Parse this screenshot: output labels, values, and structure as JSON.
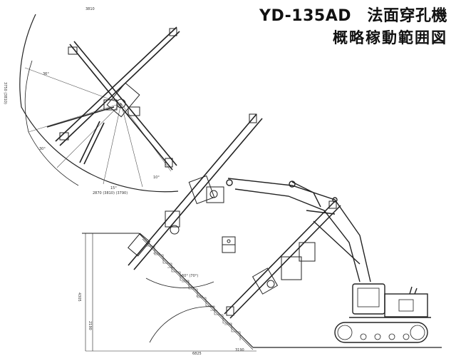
{
  "title": {
    "line1": "YD-135AD　法面穿孔機",
    "line2": "概略稼動範囲図"
  },
  "dimensions": {
    "top_arc_span": "3810",
    "left_vertical": "3750 (3810)",
    "top_angle": "36°",
    "right_angle": "10°",
    "bottom_arc": "2870 (3810) (3790)",
    "bottom_angle": "15°",
    "left_angle": "30°",
    "mid_angle": "60° (70°)",
    "height_total": "4305",
    "height_lower": "2190",
    "base_left": "6825",
    "base_mid": "3190"
  }
}
